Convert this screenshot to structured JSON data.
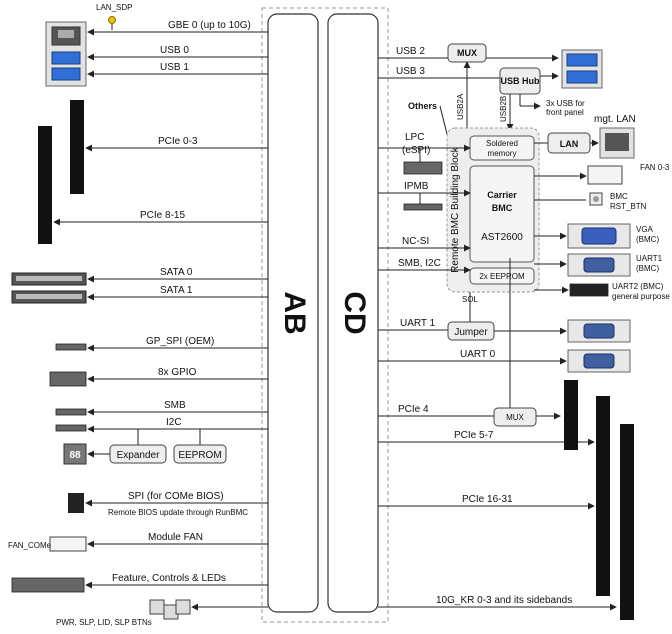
{
  "connector_ab": "AB",
  "connector_cd": "CD",
  "lan_sdp": "LAN_SDP",
  "left_signals": {
    "gbe0": "GBE 0 (up to 10G)",
    "usb0": "USB 0",
    "usb1": "USB 1",
    "pcie03": "PCIe 0-3",
    "pcie815": "PCIe 8-15",
    "sata0": "SATA 0",
    "sata1": "SATA 1",
    "gpspi": "GP_SPI (OEM)",
    "gpio": "8x GPIO",
    "smb": "SMB",
    "i2c": "I2C",
    "expander": "Expander",
    "eeprom": "EEPROM",
    "seg_display": "88",
    "spi": "SPI (for COMe BIOS)",
    "spi_note": "Remote BIOS update through RunBMC",
    "fan_come": "FAN_COMe",
    "module_fan": "Module FAN",
    "features": "Feature, Controls & LEDs",
    "buttons": "PWR, SLP, LID, SLP BTNs"
  },
  "right_signals": {
    "usb2": "USB 2",
    "usb3": "USB 3",
    "mux": "MUX",
    "usb_hub": "USB Hub",
    "usb2a": "USB2A",
    "usb2b": "USB2B",
    "front_usb_line1": "3x USB for",
    "front_usb_line2": "front panel",
    "others": "Others",
    "lpc": "LPC",
    "espi": "(eSPI)",
    "ipmb": "IPMB",
    "ncsi": "NC-SI",
    "smb_i2c": "SMB, I2C",
    "bmc_block": "Remote BMC Building Block",
    "soldered_line1": "Soldered",
    "soldered_line2": "memory",
    "carrier_line1": "Carrier",
    "carrier_line2": "BMC",
    "ast": "AST2600",
    "eeprom2x": "2x EEPROM",
    "lan": "LAN",
    "mgt_lan": "mgt. LAN",
    "fan03": "FAN 0-3",
    "bmc_rst_line1": "BMC",
    "bmc_rst_line2": "RST_BTN",
    "vga_line1": "VGA",
    "vga_line2": "(BMC)",
    "uart1_line1": "UART1",
    "uart1_line2": "(BMC)",
    "uart2_line1": "UART2 (BMC)",
    "uart2_line2": "general purpose",
    "sol": "SOL",
    "uart1": "UART 1",
    "jumper": "Jumper",
    "uart0": "UART 0",
    "pcie4": "PCIe 4",
    "mux2": "MUX",
    "pcie57": "PCIe 5-7",
    "pcie1631": "PCIe 16-31",
    "kr": "10G_KR 0-3 and its sidebands"
  },
  "colors": {
    "usb_blue": "#2f6fd6",
    "vga_blue": "#3a5fbf",
    "serial_blue": "#3f5f9f",
    "lan_yellow": "#f5c400",
    "bmc_block_fill": "#eeeeee",
    "connector_fill": "#ffffff"
  }
}
